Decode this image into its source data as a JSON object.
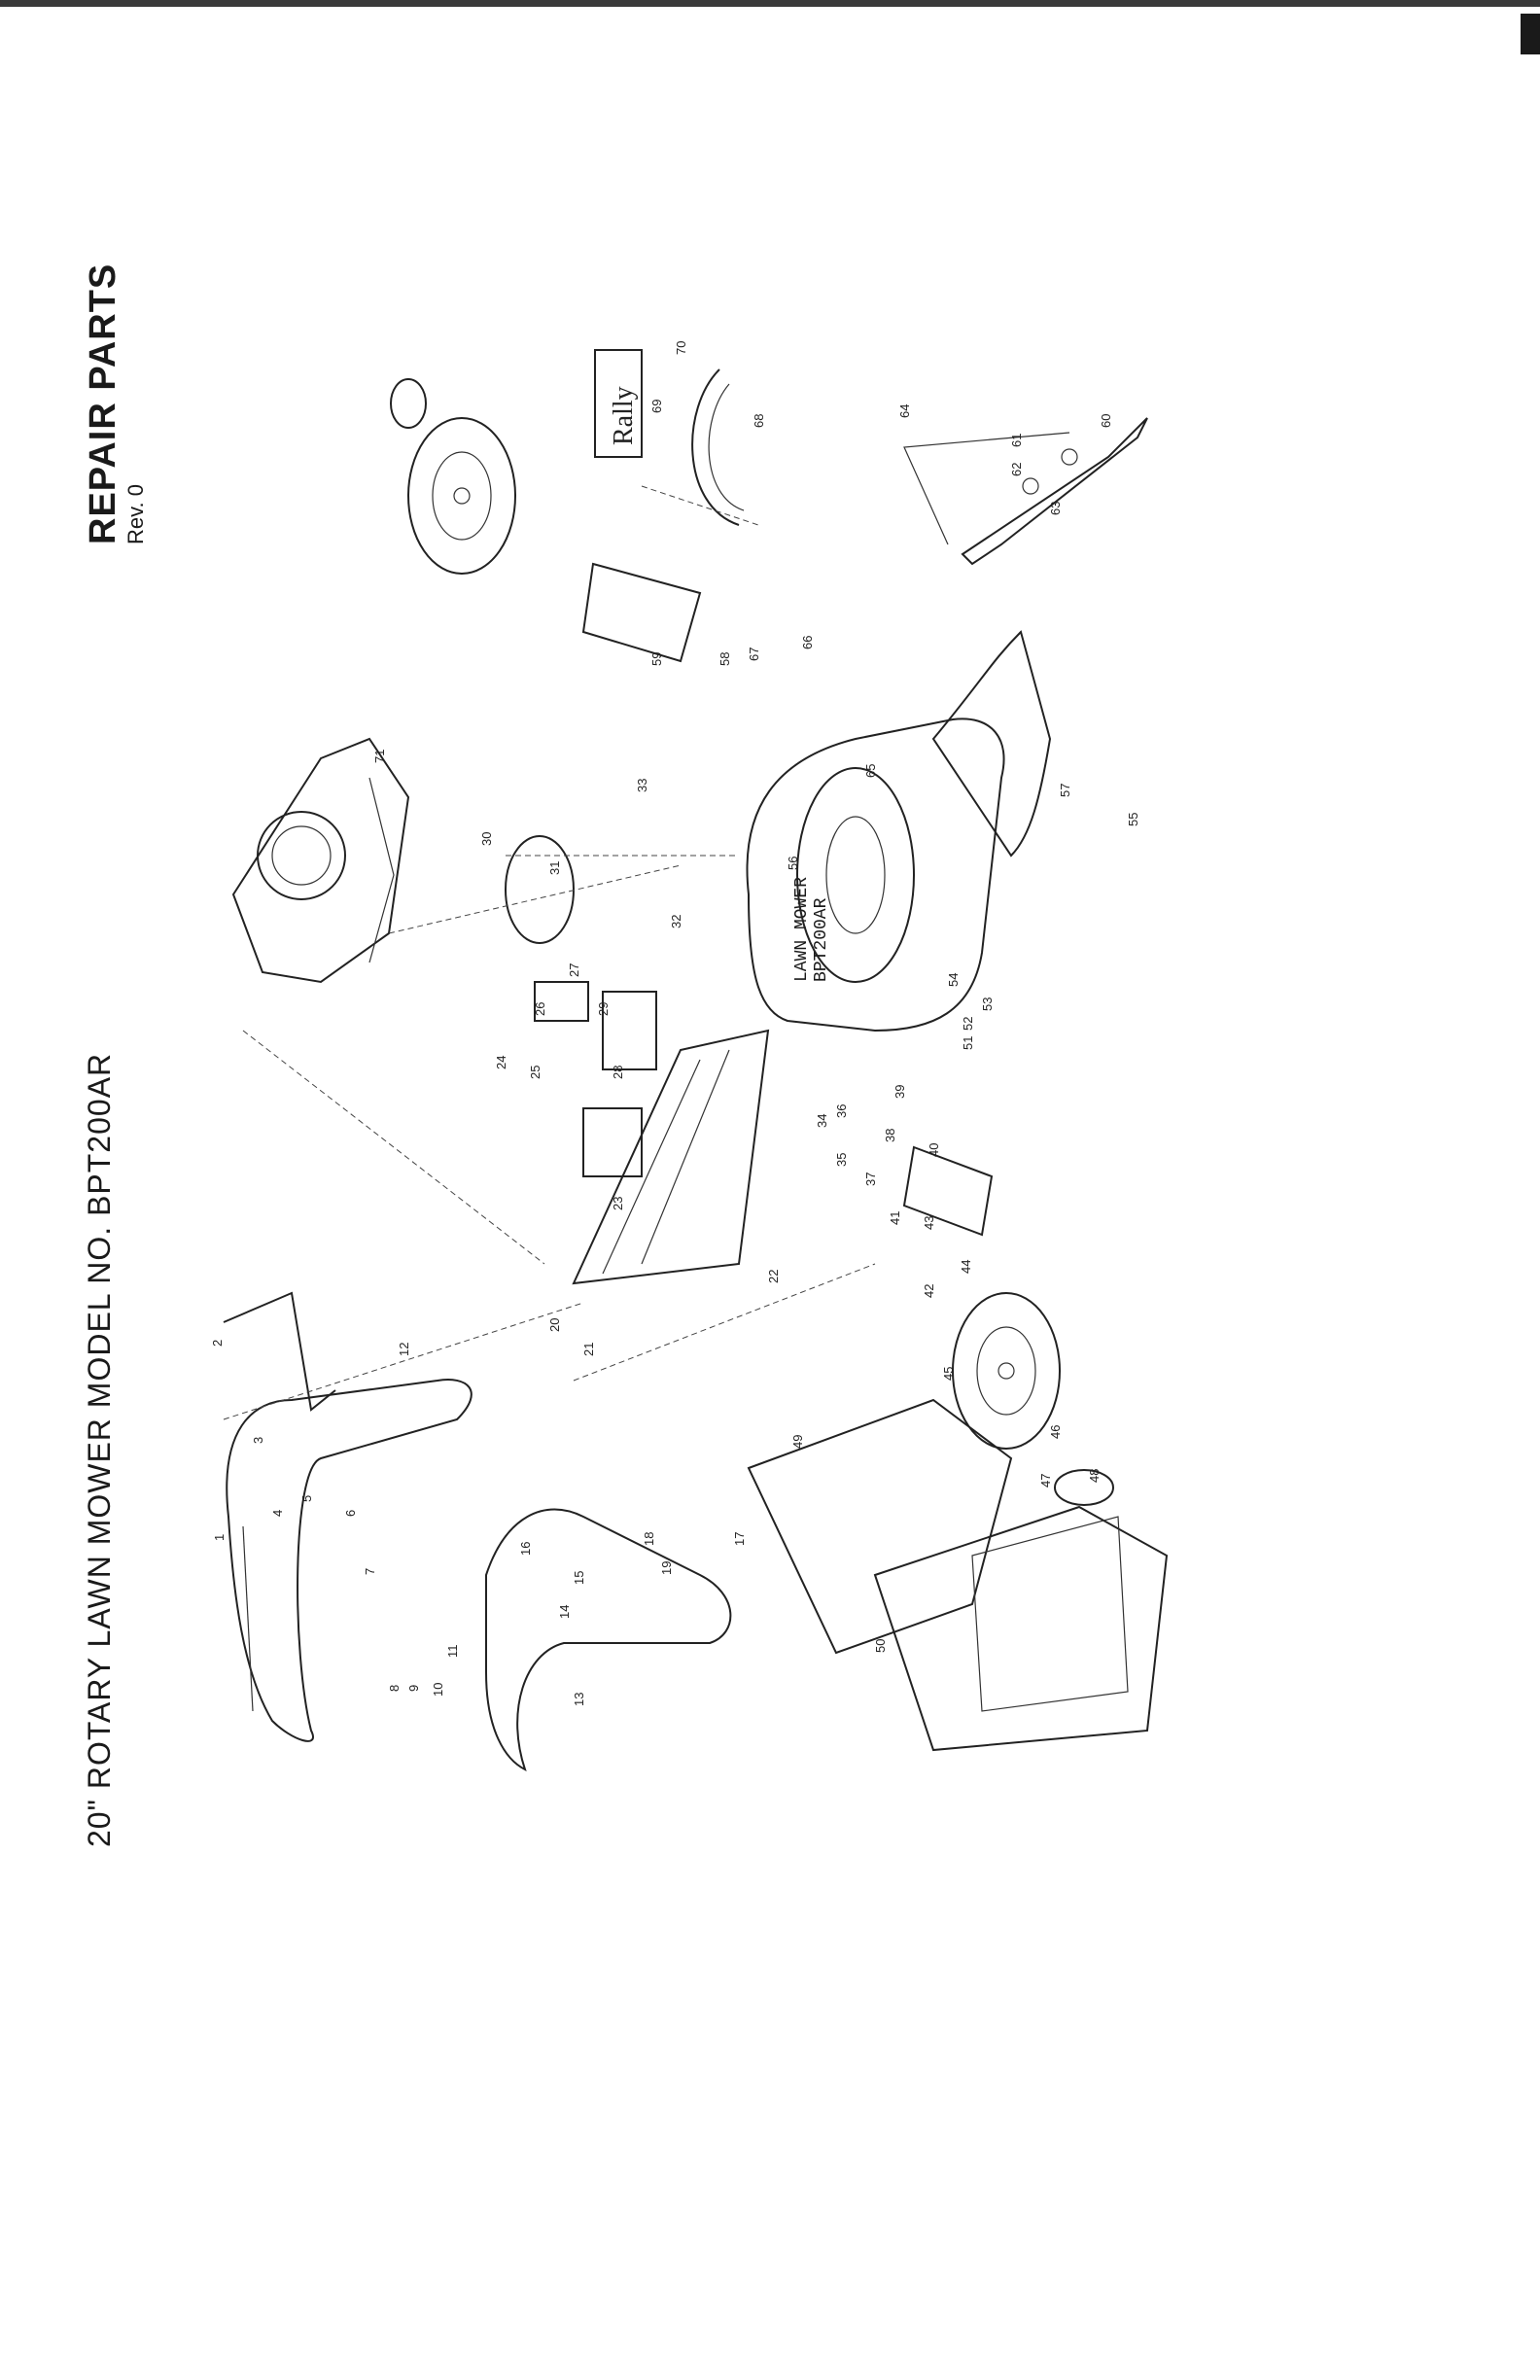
{
  "header": {
    "main_title": "20\" ROTARY LAWN MOWER    MODEL NO. BPT200AR",
    "product_type": "LAWN MOWER",
    "model_code": "BPT200AR",
    "section_title": "REPAIR PARTS",
    "revision": "Rev. 0"
  },
  "brand": {
    "logo_text": "Rally"
  },
  "diagram": {
    "part_numbers": [
      "1",
      "2",
      "3",
      "4",
      "5",
      "6",
      "7",
      "8",
      "9",
      "10",
      "11",
      "12",
      "13",
      "14",
      "15",
      "16",
      "17",
      "18",
      "19",
      "20",
      "21",
      "22",
      "23",
      "24",
      "25",
      "26",
      "27",
      "28",
      "29",
      "30",
      "31",
      "32",
      "33",
      "34",
      "35",
      "36",
      "37",
      "38",
      "39",
      "40",
      "41",
      "42",
      "43",
      "44",
      "45",
      "46",
      "47",
      "48",
      "49",
      "50",
      "51",
      "52",
      "53",
      "54",
      "55",
      "56",
      "57",
      "58",
      "59",
      "60",
      "61",
      "62",
      "63",
      "64",
      "65",
      "66",
      "67",
      "68",
      "69",
      "70",
      "71"
    ]
  }
}
